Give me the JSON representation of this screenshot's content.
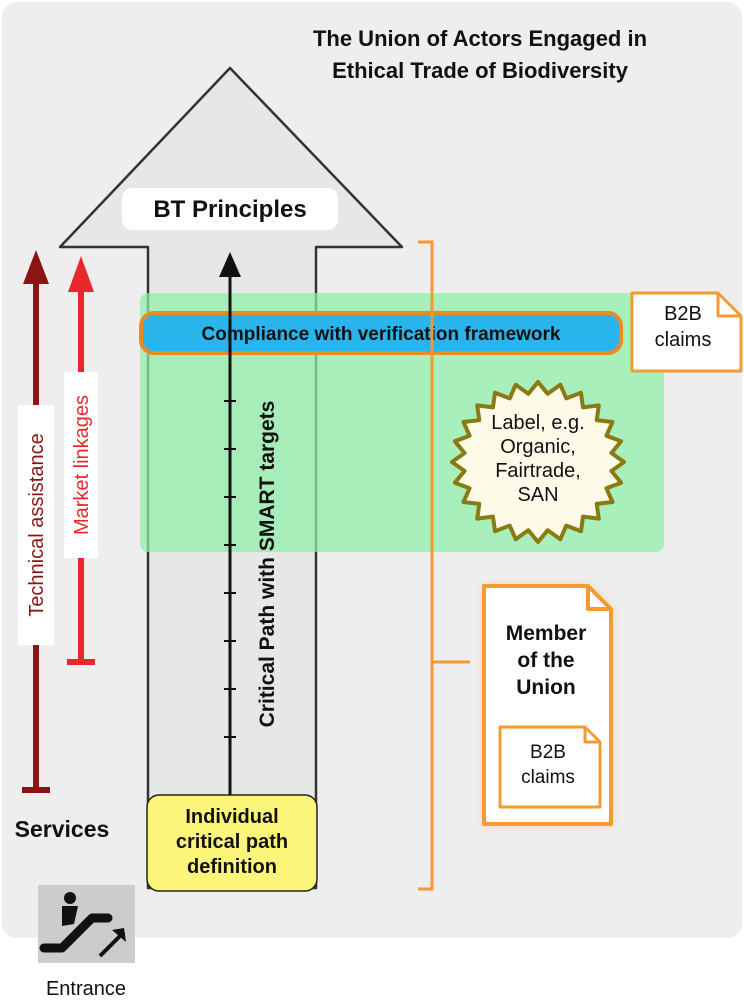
{
  "title": {
    "line1": "The Union of Actors Engaged in",
    "line2": "Ethical Trade of Biodiversity"
  },
  "principles_label": "BT Principles",
  "compliance_label": "Compliance with verification framework",
  "critical_path_label": "Critical Path with SMART targets",
  "individual_definition": {
    "line1": "Individual",
    "line2": "critical path",
    "line3": "definition"
  },
  "label_badge": {
    "line1": "Label, e.g.",
    "line2": "Organic,",
    "line3": "Fairtrade,",
    "line4": "SAN"
  },
  "b2b_claims_top": {
    "line1": "B2B",
    "line2": "claims"
  },
  "member": {
    "line1": "Member",
    "line2": "of the",
    "line3": "Union",
    "claims": {
      "line1": "B2B",
      "line2": "claims"
    }
  },
  "services": {
    "title": "Services",
    "technical_assistance": "Technical assistance",
    "market_linkages": "Market linkages"
  },
  "entrance": {
    "label": "Entrance",
    "icon": "escalator-icon"
  },
  "colors": {
    "background_panel": "#eeeeee",
    "arrow_fill": "#e6e6e6",
    "green_zone": "#8ef0a8",
    "compliance_fill": "#2ab4ec",
    "orange": "#f39a32",
    "dark_red": "#8b1414",
    "red": "#e8282a",
    "yellow": "#fbf57a",
    "badge_border": "#8a7a14"
  }
}
